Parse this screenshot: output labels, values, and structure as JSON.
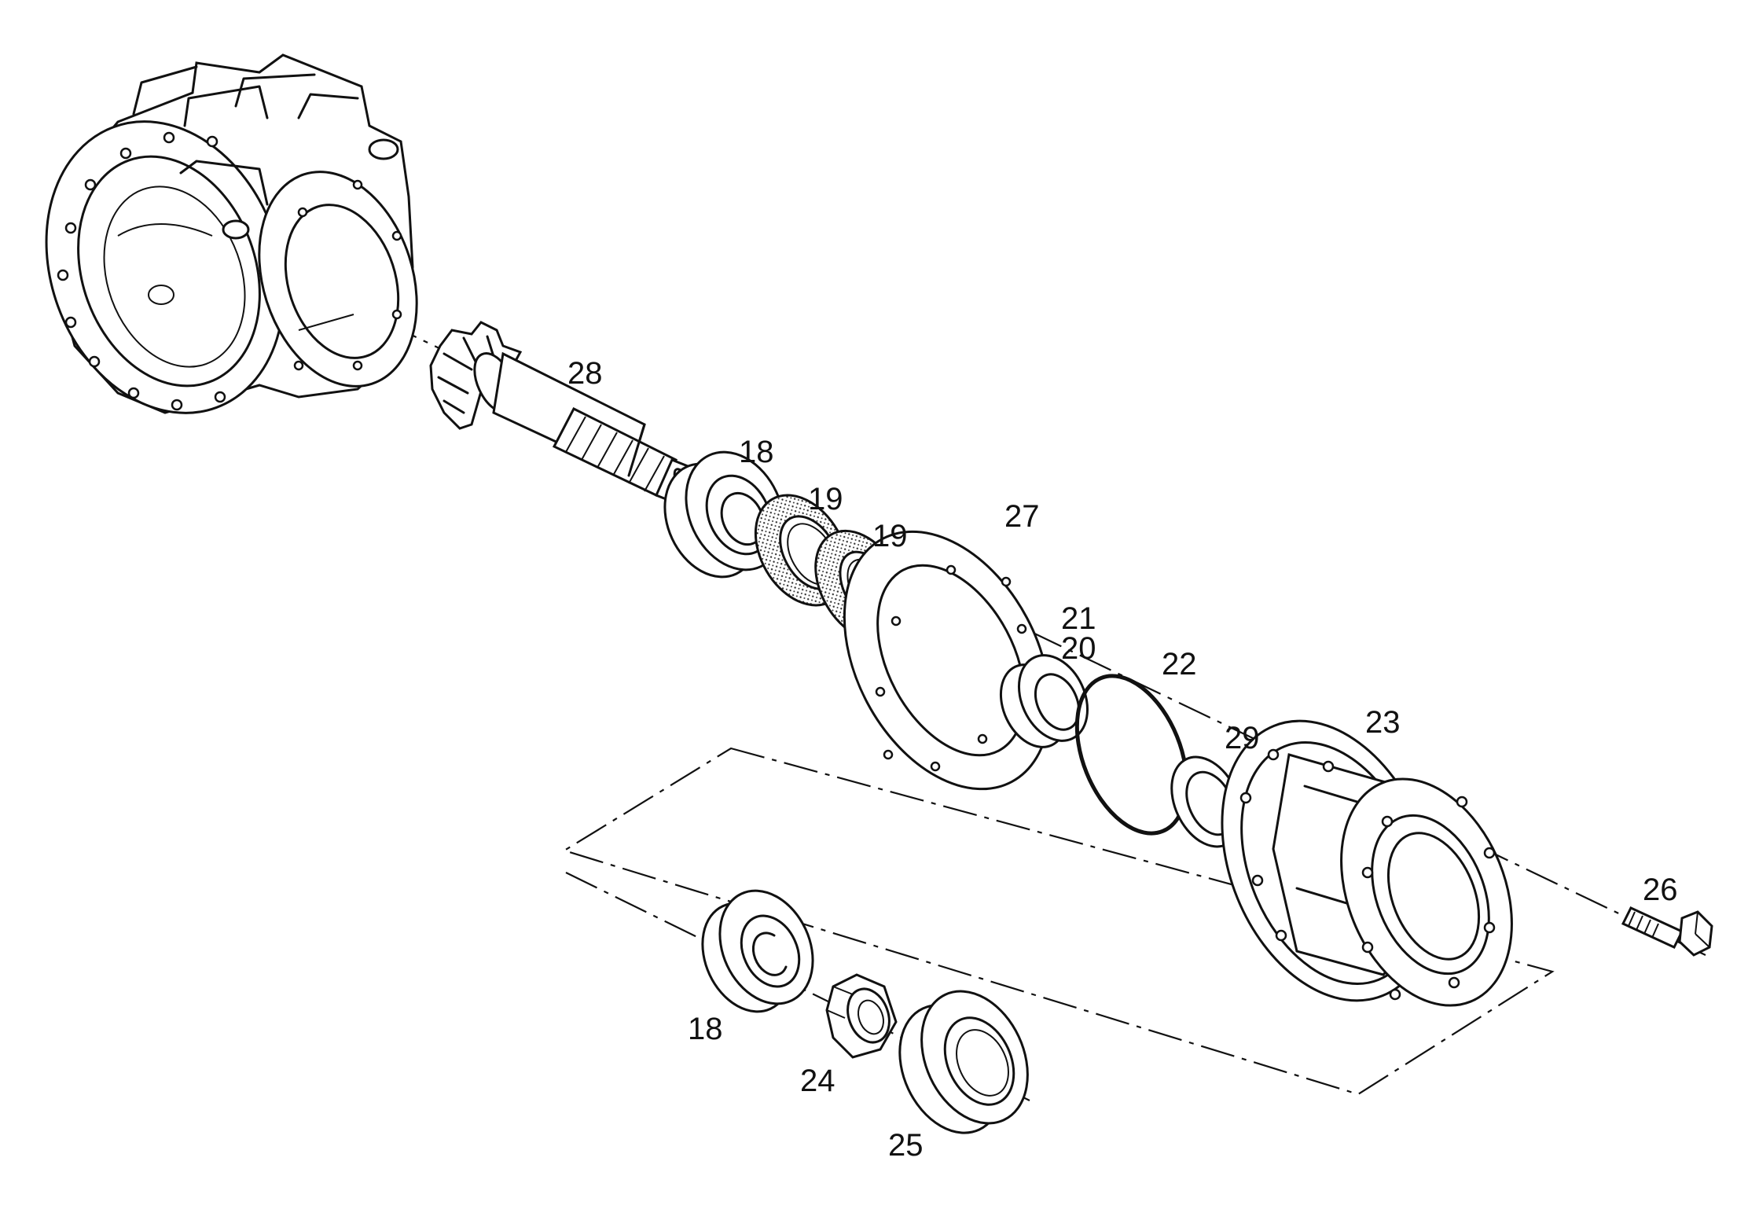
{
  "callouts": [
    {
      "id": "c28",
      "text": "28"
    },
    {
      "id": "c18a",
      "text": "18"
    },
    {
      "id": "c19a",
      "text": "19"
    },
    {
      "id": "c19b",
      "text": "19"
    },
    {
      "id": "c27",
      "text": "27"
    },
    {
      "id": "c21",
      "text": "21"
    },
    {
      "id": "c20",
      "text": "20"
    },
    {
      "id": "c22",
      "text": "22"
    },
    {
      "id": "c29",
      "text": "29"
    },
    {
      "id": "c23",
      "text": "23"
    },
    {
      "id": "c26",
      "text": "26"
    },
    {
      "id": "c18b",
      "text": "18"
    },
    {
      "id": "c24",
      "text": "24"
    },
    {
      "id": "c25",
      "text": "25"
    }
  ]
}
